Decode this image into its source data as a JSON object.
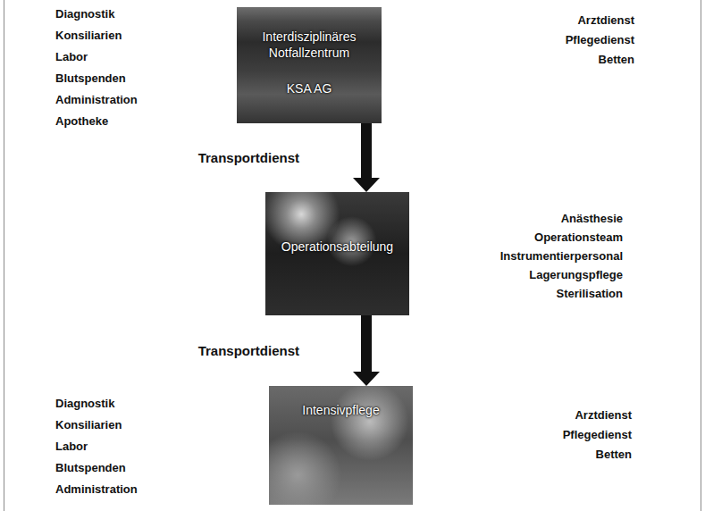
{
  "diagram": {
    "nodes": [
      {
        "text": [
          "Interdisziplinäres Notfallzentrum",
          "KSA AG"
        ]
      },
      {
        "text": [
          "Operationsabteilung"
        ]
      },
      {
        "text": [
          "Intensivpflege"
        ]
      }
    ],
    "edges": [
      {
        "from": 0,
        "to": 1,
        "label": "Transportdienst",
        "arrow": "to"
      },
      {
        "from": 1,
        "to": 2,
        "label": "Transportdienst",
        "arrow": "to"
      }
    ],
    "labels": [
      "Diagnostik",
      "Konsiliarien",
      "Labor",
      "Blutspenden",
      "Administration",
      "Apotheke",
      "Arztdienst",
      "Pflegedienst",
      "Betten",
      "Anästhesie",
      "Operationsteam",
      "Instrumentierpersonal",
      "Lagerungspflege",
      "Sterilisation",
      "Diagnostik",
      "Konsiliarien",
      "Labor",
      "Blutspenden",
      "Administration",
      "Arztdienst",
      "Pflegedienst",
      "Betten"
    ]
  }
}
